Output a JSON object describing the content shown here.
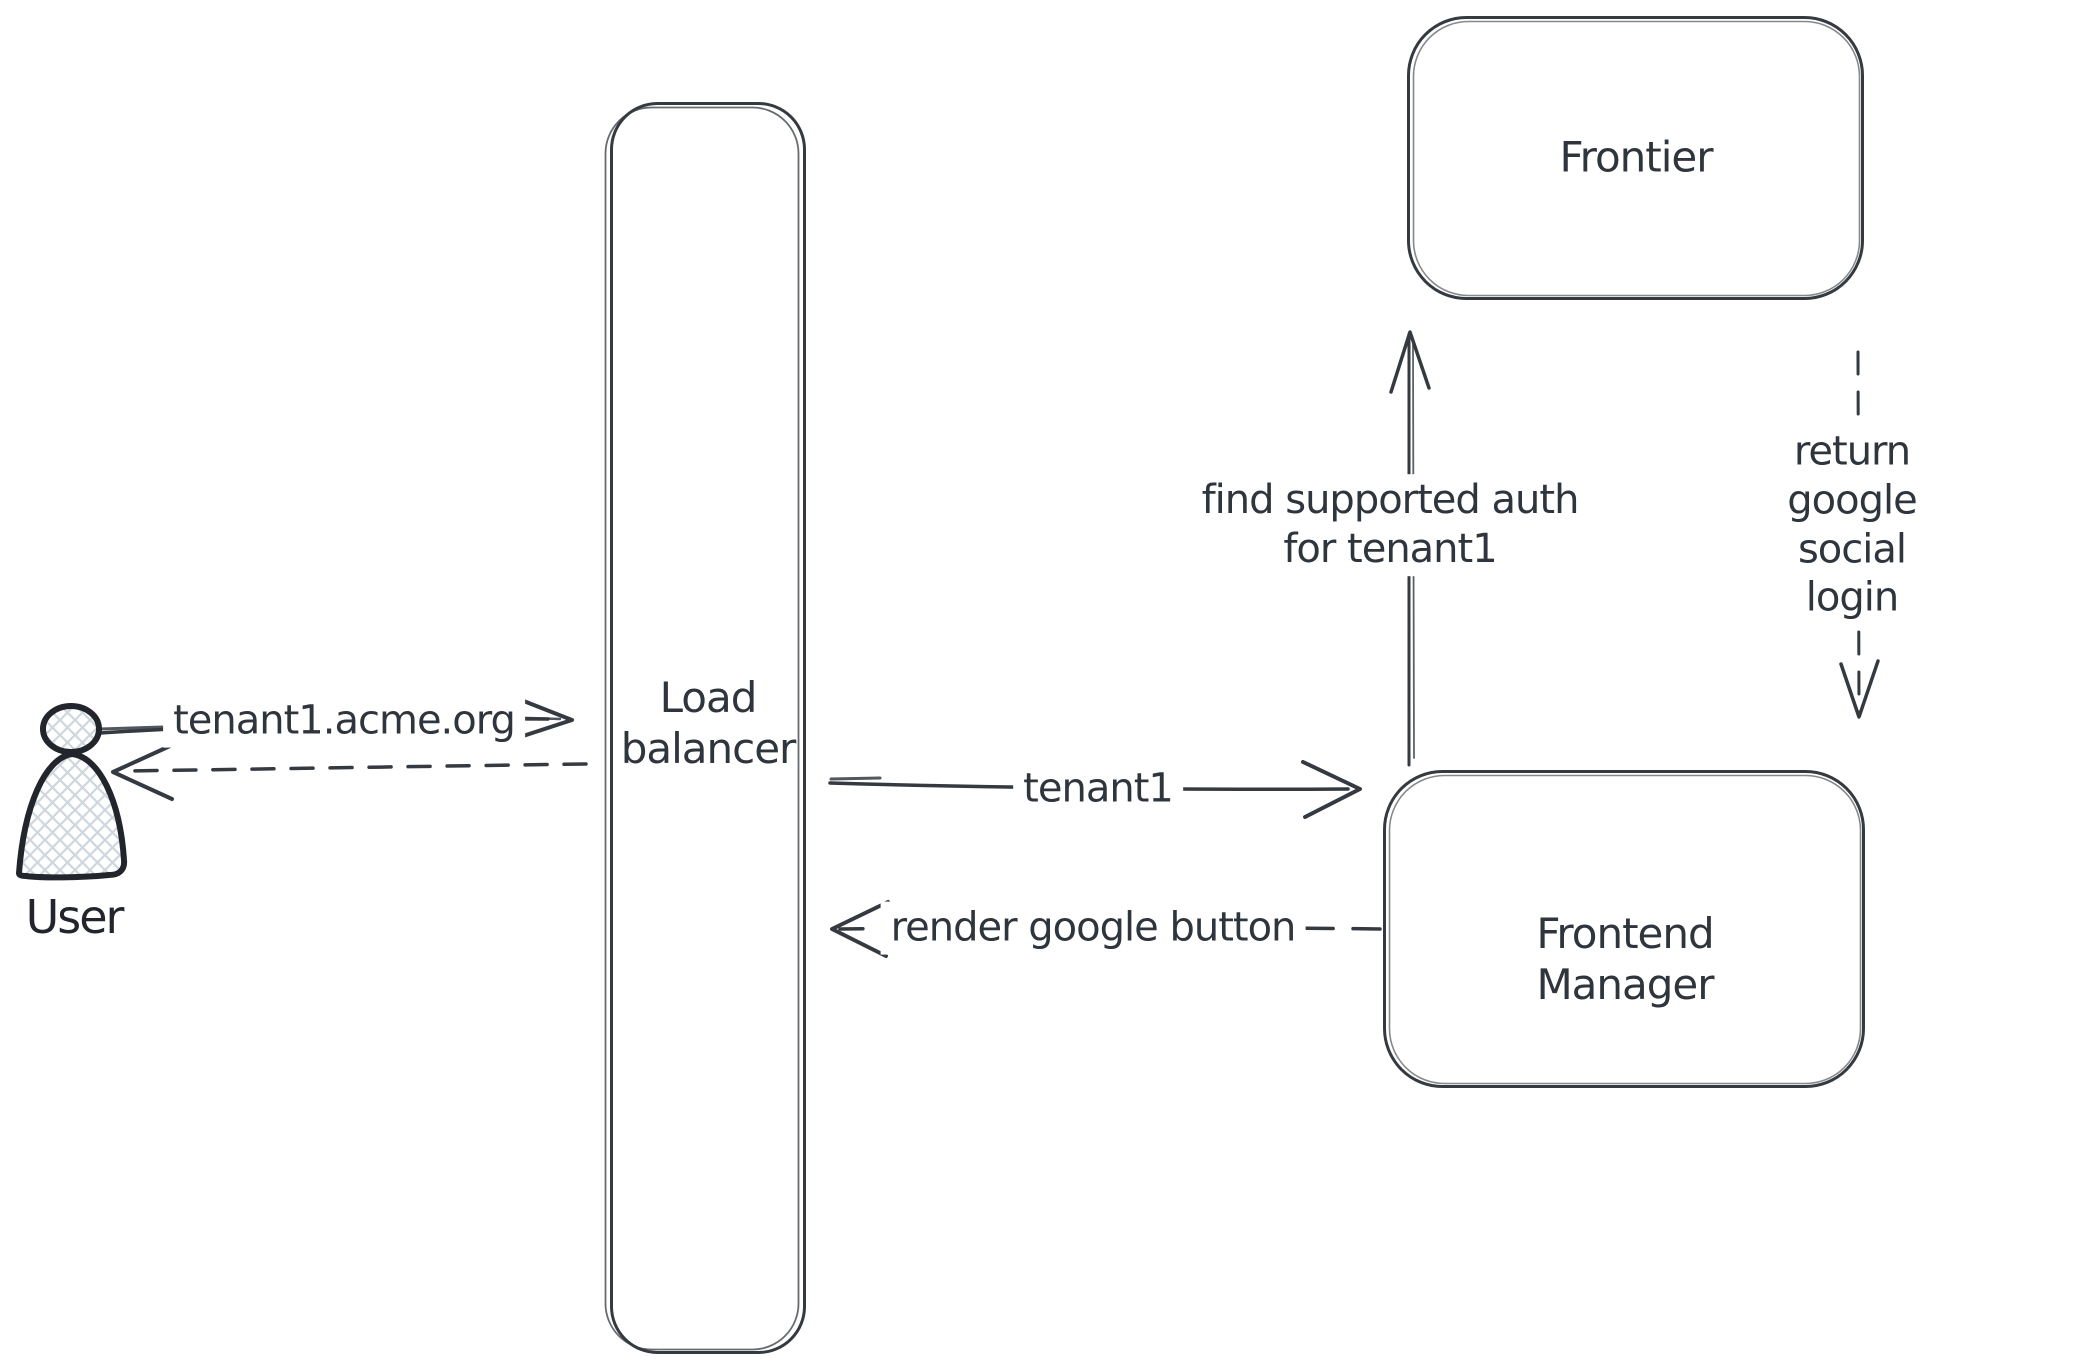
{
  "diagram": {
    "type": "architecture-sequence-sketch",
    "background": "#ffffff",
    "colors": {
      "stroke": "#343a40",
      "text": "#2f353c",
      "user_figure_stroke": "#22262c",
      "user_figure_hatch": "#cfd6dd"
    },
    "nodes": {
      "user": {
        "label": "User",
        "shape": "person-icon"
      },
      "load_balancer": {
        "label": "Load\nbalancer",
        "shape": "rounded-rectangle"
      },
      "frontier": {
        "label": "Frontier",
        "shape": "rounded-rectangle"
      },
      "frontend_manager": {
        "label": "Frontend\nManager",
        "shape": "rounded-rectangle"
      }
    },
    "arrows": {
      "user_to_load_balancer": {
        "label": "tenant1.acme.org",
        "style": "solid",
        "from": "user",
        "to": "load_balancer"
      },
      "load_balancer_to_user": {
        "label": "",
        "style": "dashed",
        "from": "load_balancer",
        "to": "user"
      },
      "load_balancer_to_frontend_manager": {
        "label": "tenant1",
        "style": "solid",
        "from": "load_balancer",
        "to": "frontend_manager"
      },
      "frontend_manager_to_load_balancer": {
        "label": "render google button",
        "style": "dashed",
        "from": "frontend_manager",
        "to": "load_balancer"
      },
      "frontend_manager_to_frontier": {
        "label": "find supported auth\nfor tenant1",
        "style": "solid",
        "from": "frontend_manager",
        "to": "frontier"
      },
      "frontier_to_frontend_manager": {
        "label": "return google social\nlogin",
        "style": "dashed",
        "from": "frontier",
        "to": "frontend_manager"
      }
    }
  }
}
